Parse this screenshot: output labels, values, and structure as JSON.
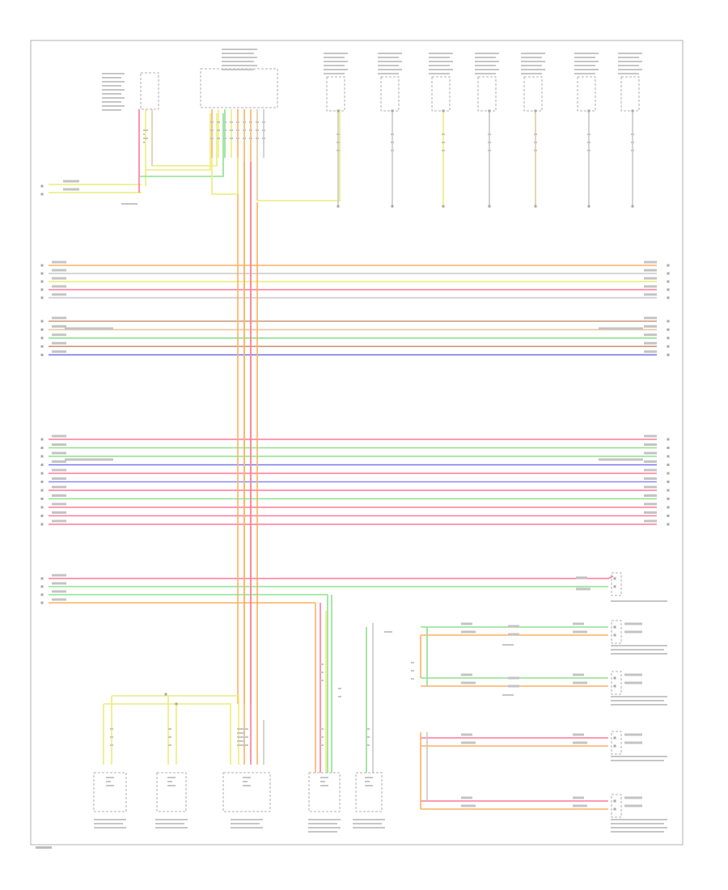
{
  "diagram": {
    "colors": {
      "frame": "#b0b0b0",
      "text": "#8a8a8a",
      "component": "#9a9a9a",
      "pink": "#ff7a98",
      "green": "#8fe08f",
      "yellow": "#ecec7a",
      "orange": "#ffb060",
      "violet": "#7878f0",
      "brown": "#c89a7a",
      "gray": "#c8c8c8",
      "tan": "#e8c8a0",
      "blue": "#8888ff"
    },
    "bus_groups": [
      {
        "id": "group-a",
        "wires": [
          {
            "color": "orange"
          },
          {
            "color": "gray"
          },
          {
            "color": "yellow"
          },
          {
            "color": "pink"
          },
          {
            "color": "gray"
          }
        ]
      },
      {
        "id": "group-b",
        "wires": [
          {
            "color": "brown"
          },
          {
            "color": "tan"
          },
          {
            "color": "green"
          },
          {
            "color": "brown"
          },
          {
            "color": "violet"
          }
        ]
      },
      {
        "id": "group-c",
        "wires": [
          {
            "color": "pink"
          },
          {
            "color": "green"
          },
          {
            "color": "green"
          },
          {
            "color": "violet"
          },
          {
            "color": "pink"
          },
          {
            "color": "blue"
          },
          {
            "color": "pink"
          },
          {
            "color": "green"
          },
          {
            "color": "pink"
          },
          {
            "color": "pink"
          },
          {
            "color": "pink"
          }
        ]
      },
      {
        "id": "group-d",
        "wires": [
          {
            "color": "pink"
          },
          {
            "color": "green"
          },
          {
            "color": "green"
          },
          {
            "color": "orange"
          }
        ]
      }
    ],
    "top_components": [
      {
        "id": "top-1"
      },
      {
        "id": "top-2"
      },
      {
        "id": "top-3"
      },
      {
        "id": "top-4"
      },
      {
        "id": "top-5"
      },
      {
        "id": "top-6"
      },
      {
        "id": "top-7"
      }
    ],
    "bottom_components": [
      {
        "id": "bottom-1"
      },
      {
        "id": "bottom-2"
      },
      {
        "id": "bottom-3"
      },
      {
        "id": "bottom-4"
      },
      {
        "id": "bottom-5"
      }
    ],
    "right_components": [
      {
        "id": "right-1"
      },
      {
        "id": "right-2"
      },
      {
        "id": "right-3"
      },
      {
        "id": "right-4"
      },
      {
        "id": "right-5"
      }
    ]
  }
}
